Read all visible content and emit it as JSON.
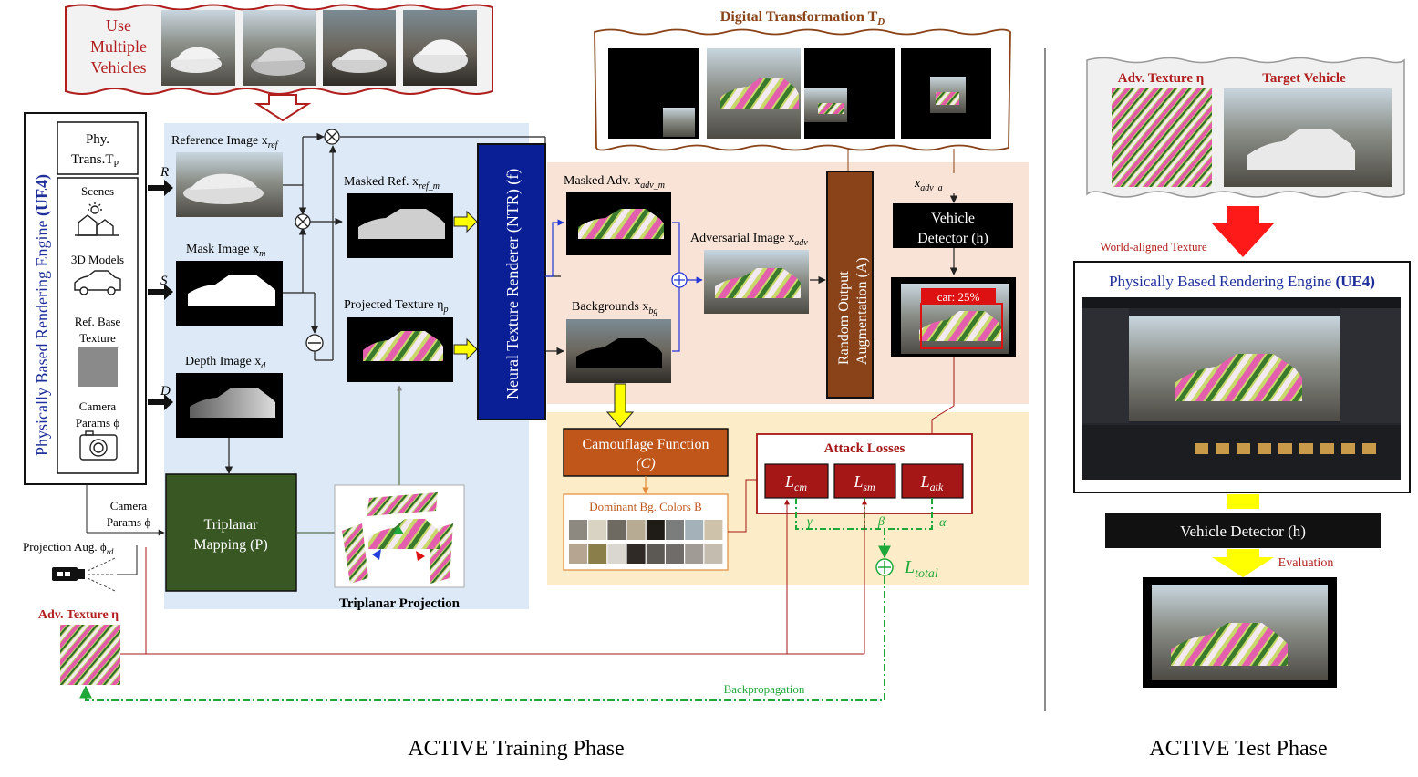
{
  "colors": {
    "red": "#b01e1e",
    "dark_red": "#a51616",
    "green": "#1fa83a",
    "navy": "#0a1e96",
    "brown": "#8a4318",
    "camouflage": "#c0561a",
    "triplanar": "#385723",
    "blue_region": "#dde9f6",
    "peach_region": "#f8e3d6",
    "yellow_region": "#fcecc7",
    "yellow_arrow": "#ffff00"
  },
  "vehicles": {
    "label_line1": "Use",
    "label_line2": "Multiple",
    "label_line3": "Vehicles"
  },
  "digital": {
    "title": "Digital Transformation T",
    "title_sub": "D"
  },
  "ue4": {
    "vertical_title": "Physically Based Rendering Engine",
    "vertical_title_bold": "(UE4)",
    "phy_line1": "Phy.",
    "phy_line2": "Trans.T",
    "phy_sub": "P",
    "scenes": "Scenes",
    "models": "3D Models",
    "base_line1": "Ref. Base",
    "base_line2": "Texture",
    "camera_line1": "Camera",
    "camera_line2": "Params ϕ"
  },
  "inputs": {
    "r": "R",
    "s": "S",
    "d": "D"
  },
  "images": {
    "reference": "Reference Image x",
    "reference_sub": "ref",
    "mask": "Mask Image x",
    "mask_sub": "m",
    "depth": "Depth Image x",
    "depth_sub": "d",
    "masked_ref": "Masked Ref.  x",
    "masked_ref_sub": "ref_m",
    "projected": "Projected Texture η",
    "projected_sub": "p",
    "masked_adv": "Masked Adv. x",
    "masked_adv_sub": "adv_m",
    "backgrounds": "Backgrounds x",
    "backgrounds_sub": "bg",
    "adversarial": "Adversarial Image x",
    "adversarial_sub": "adv",
    "adv_a": "x",
    "adv_a_sub": "adv_a"
  },
  "ntr": "Neural Texture Renderer (NTR) (f)",
  "roa_line1": "Random Output",
  "roa_line2": "Augmentation (A)",
  "detector_line1": "Vehicle",
  "detector_line2": "Detector (h)",
  "detection_label": "car: 25%",
  "camouflage_line1": "Camouflage Function",
  "camouflage_line2": "(C)",
  "dominant_colors": {
    "label": "Dominant Bg. Colors B",
    "swatches": [
      "#8d8880",
      "#d9d3c4",
      "#6e6a61",
      "#b8ab94",
      "#1f1c17",
      "#7b7d7c",
      "#a4b1b8",
      "#cfc2ab",
      "#b6a590",
      "#8a7f4a",
      "#dad7d0",
      "#2f2a26",
      "#5c5854",
      "#6f6c69",
      "#a09b95",
      "#c5bcb0"
    ]
  },
  "attack": {
    "title": "Attack Losses",
    "l_cm": "L",
    "l_cm_sub": "cm",
    "l_sm": "L",
    "l_sm_sub": "sm",
    "l_atk": "L",
    "l_atk_sub": "atk",
    "gamma": "γ",
    "beta": "β",
    "alpha": "α",
    "total": "L",
    "total_sub": "total"
  },
  "triplanar": {
    "line1": "Triplanar",
    "line2": "Mapping (P)",
    "projection": "Triplanar Projection"
  },
  "camera_params": {
    "line1": "Camera",
    "line2": "Params ϕ"
  },
  "projection_aug": "Projection Aug. ϕ",
  "projection_aug_sub": "rd",
  "adv_texture": "Adv. Texture η",
  "backpropagation": "Backpropagation",
  "training_phase": "ACTIVE Training Phase",
  "test_phase": "ACTIVE Test Phase",
  "test": {
    "adv_texture": "Adv. Texture η",
    "target_vehicle": "Target Vehicle",
    "world_aligned": "World-aligned Texture",
    "engine_title": "Physically Based Rendering Engine",
    "engine_title_bold": "(UE4)",
    "detector": "Vehicle Detector (h)",
    "evaluation": "Evaluation"
  }
}
